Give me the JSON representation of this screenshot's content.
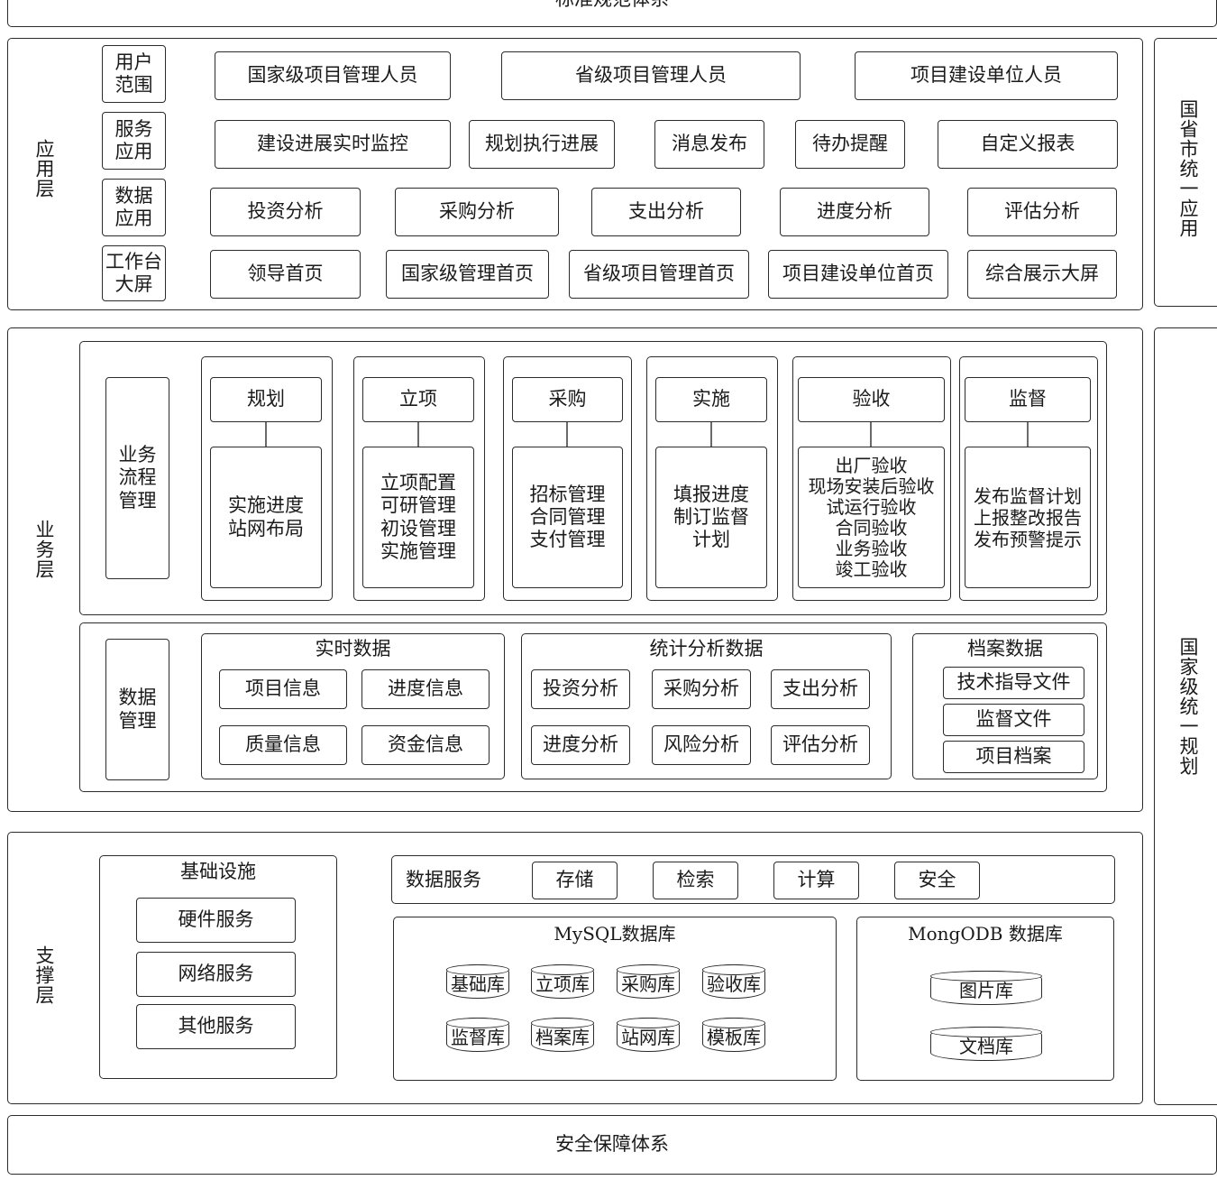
{
  "top_banner": "标准规范体系",
  "bottom_banner": "安全保障体系",
  "right_labels": {
    "top": "国省市统一应用",
    "bottom": "国家级统一规划"
  },
  "app_layer": {
    "name": "应用层",
    "rows": [
      {
        "label": "用户\n范围",
        "items": [
          "国家级项目管理人员",
          "省级项目管理人员",
          "项目建设单位人员"
        ]
      },
      {
        "label": "服务\n应用",
        "items": [
          "建设进展实时监控",
          "规划执行进展",
          "消息发布",
          "待办提醒",
          "自定义报表"
        ]
      },
      {
        "label": "数据\n应用",
        "items": [
          "投资分析",
          "采购分析",
          "支出分析",
          "进度分析",
          "评估分析"
        ]
      },
      {
        "label": "工作台\n大屏",
        "items": [
          "领导首页",
          "国家级管理首页",
          "省级项目管理首页",
          "项目建设单位首页",
          "综合展示大屏"
        ]
      }
    ]
  },
  "business_layer": {
    "name": "业务层",
    "process": {
      "label": "业务\n流程\n管理",
      "stages": [
        {
          "title": "规划",
          "body": "实施进度\n站网布局"
        },
        {
          "title": "立项",
          "body": "立项配置\n可研管理\n初设管理\n实施管理"
        },
        {
          "title": "采购",
          "body": "招标管理\n合同管理\n支付管理"
        },
        {
          "title": "实施",
          "body": "填报进度\n制订监督\n计划"
        },
        {
          "title": "验收",
          "body": "出厂验收\n现场安装后验收\n试运行验收\n合同验收\n业务验收\n竣工验收"
        },
        {
          "title": "监督",
          "body": "发布监督计划\n上报整改报告\n发布预警提示"
        }
      ]
    },
    "data": {
      "label": "数据\n管理",
      "realtime": {
        "title": "实时数据",
        "items": [
          "项目信息",
          "进度信息",
          "质量信息",
          "资金信息"
        ]
      },
      "stats": {
        "title": "统计分析数据",
        "items": [
          "投资分析",
          "采购分析",
          "支出分析",
          "进度分析",
          "风险分析",
          "评估分析"
        ]
      },
      "archive": {
        "title": "档案数据",
        "items": [
          "技术指导文件",
          "监督文件",
          "项目档案"
        ]
      }
    }
  },
  "support_layer": {
    "name": "支撑层",
    "infra": {
      "title": "基础设施",
      "items": [
        "硬件服务",
        "网络服务",
        "其他服务"
      ]
    },
    "data_service": {
      "title": "数据服务",
      "items": [
        "存储",
        "检索",
        "计算",
        "安全"
      ]
    },
    "mysql": {
      "title": "MySQL数据库",
      "items": [
        "基础库",
        "立项库",
        "采购库",
        "验收库",
        "监督库",
        "档案库",
        "站网库",
        "模板库"
      ]
    },
    "mongo": {
      "title": "MongODB 数据库",
      "items": [
        "图片库",
        "文档库"
      ]
    }
  }
}
